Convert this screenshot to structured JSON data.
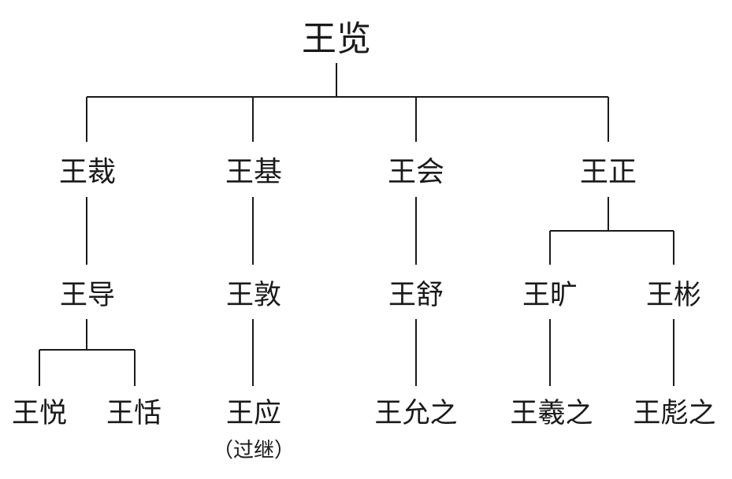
{
  "tree": {
    "root": "王览",
    "gen2": [
      "王裁",
      "王基",
      "王会",
      "王正"
    ],
    "gen3": [
      "王导",
      "王敦",
      "王舒",
      "王旷",
      "王彬"
    ],
    "gen4": [
      "王悦",
      "王恬",
      "王应",
      "王允之",
      "王羲之",
      "王彪之"
    ],
    "note": "（过继）"
  }
}
